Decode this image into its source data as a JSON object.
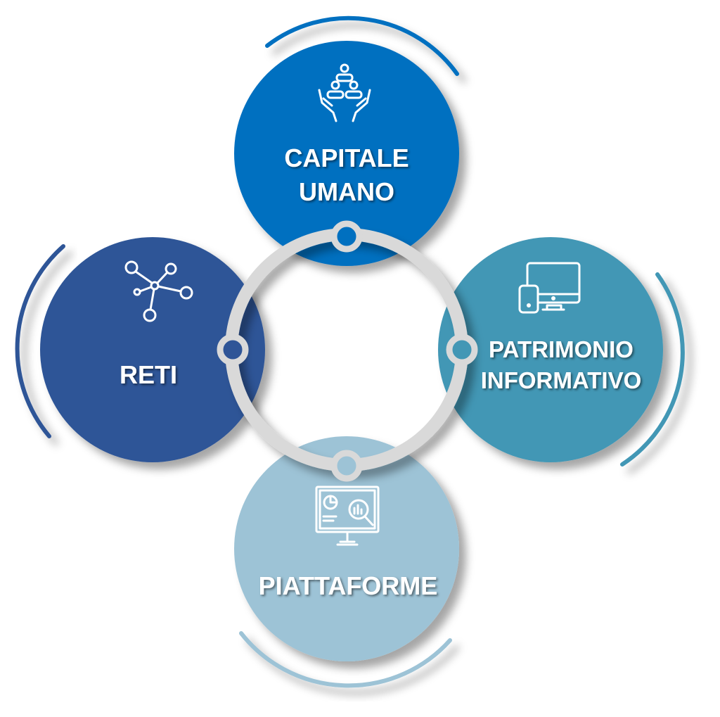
{
  "nodes": [
    {
      "id": "capitale-umano",
      "lines": [
        "CAPITALE",
        "UMANO"
      ],
      "icon": "people-in-hands-icon",
      "color": "#0070C0"
    },
    {
      "id": "reti",
      "lines": [
        "RETI"
      ],
      "icon": "network-icon",
      "color": "#2F5597"
    },
    {
      "id": "patrimonio-informativo",
      "lines": [
        "PATRIMONIO",
        "INFORMATIVO"
      ],
      "icon": "devices-icon",
      "color": "#4397B5"
    },
    {
      "id": "piattaforme",
      "lines": [
        "PIATTAFORME"
      ],
      "icon": "analytics-monitor-icon",
      "color": "#9DC3D6"
    }
  ],
  "ring_color": "#D9D9D9"
}
